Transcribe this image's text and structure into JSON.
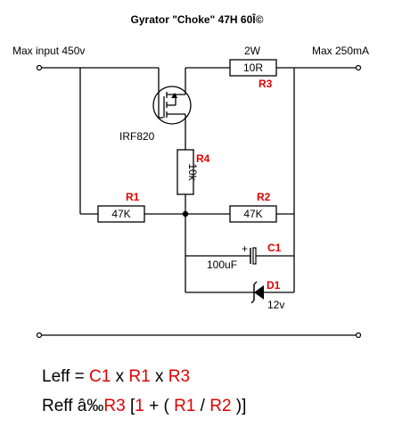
{
  "title": "Gyrator \"Choke\" 47H 60Î©",
  "labels": {
    "max_input": "Max input 450v",
    "max_output": "Max 250mA",
    "mosfet": "IRF820",
    "r3_power": "2W",
    "r3_value": "10R",
    "r4_value": "10k",
    "r1_value": "47K",
    "r2_value": "47K",
    "c1_value": "100uF",
    "c1_polarity": "+",
    "d1_value": "12v"
  },
  "refs": {
    "r1": "R1",
    "r2": "R2",
    "r3": "R3",
    "r4": "R4",
    "c1": "C1",
    "d1": "D1"
  },
  "equations": {
    "leff": {
      "lhs": "Leff =",
      "c1": "C1",
      "x1": "x",
      "r1": "R1",
      "x2": "x",
      "r3": "R3"
    },
    "reff": {
      "lhs": "Reff â‰",
      "r3": "R3",
      "open": "[",
      "one": "1",
      "plus": "+",
      "lparen": "(",
      "r1": "R1",
      "slash": "/",
      "r2": "R2",
      "close": ")]"
    }
  },
  "colors": {
    "wire": "#000000",
    "reference": "#e00000"
  }
}
